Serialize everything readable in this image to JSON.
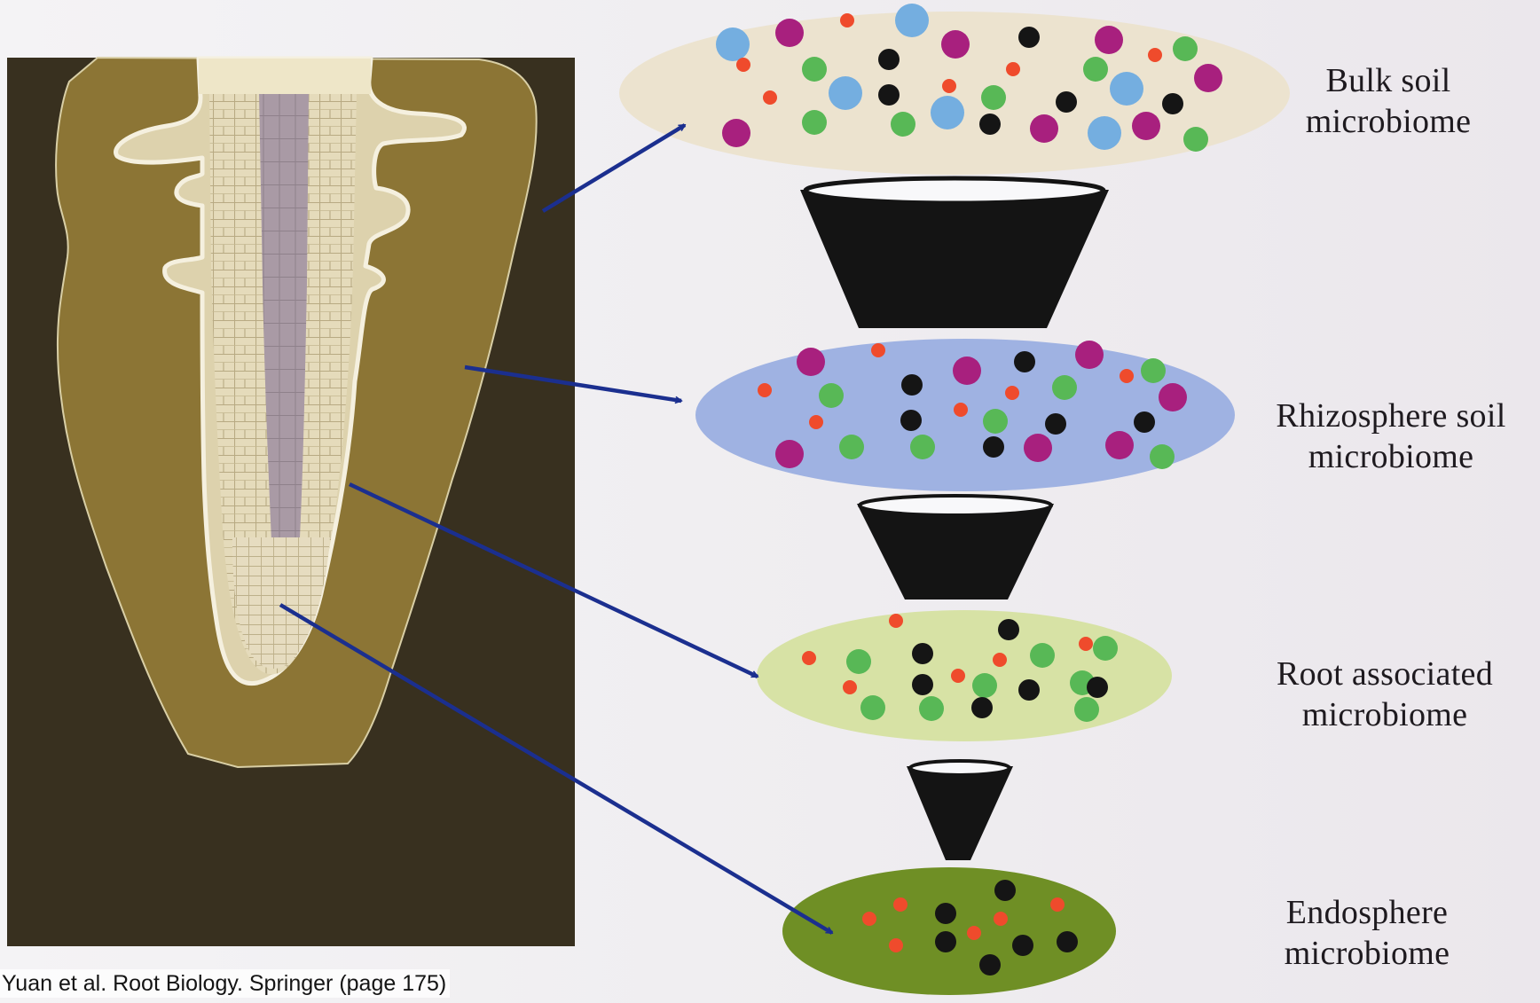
{
  "microbiome_levels": [
    {
      "id": "bulk",
      "line1": "Bulk soil",
      "line2": "microbiome",
      "fill": "#ece3cf"
    },
    {
      "id": "rhizosphere",
      "line1": "Rhizosphere soil",
      "line2": "microbiome",
      "fill": "#9fb2e2"
    },
    {
      "id": "root",
      "line1": "Root associated",
      "line2": "microbiome",
      "fill": "#d7e2a5"
    },
    {
      "id": "endosphere",
      "line1": "Endosphere",
      "line2": "microbiome",
      "fill": "#6f8f25"
    }
  ],
  "caption": "Yuan et al. Root Biology. Springer  (page 175)",
  "colors": {
    "soil_dark": "#38301f",
    "rhizosphere_band": "#8c7535",
    "root_tissue": "#e2d7b5",
    "vascular": "#a89aa2",
    "arrow": "#1b2f8f",
    "funnel": "#141414",
    "dot_magenta": "#a8207e",
    "dot_blue": "#74aee0",
    "dot_black": "#151515",
    "dot_red": "#ef4b2c",
    "dot_green": "#58b856"
  },
  "icons": [
    "root-cross-section-illustration",
    "arrow-icon",
    "funnel-icon",
    "microbe-dot-icon"
  ]
}
